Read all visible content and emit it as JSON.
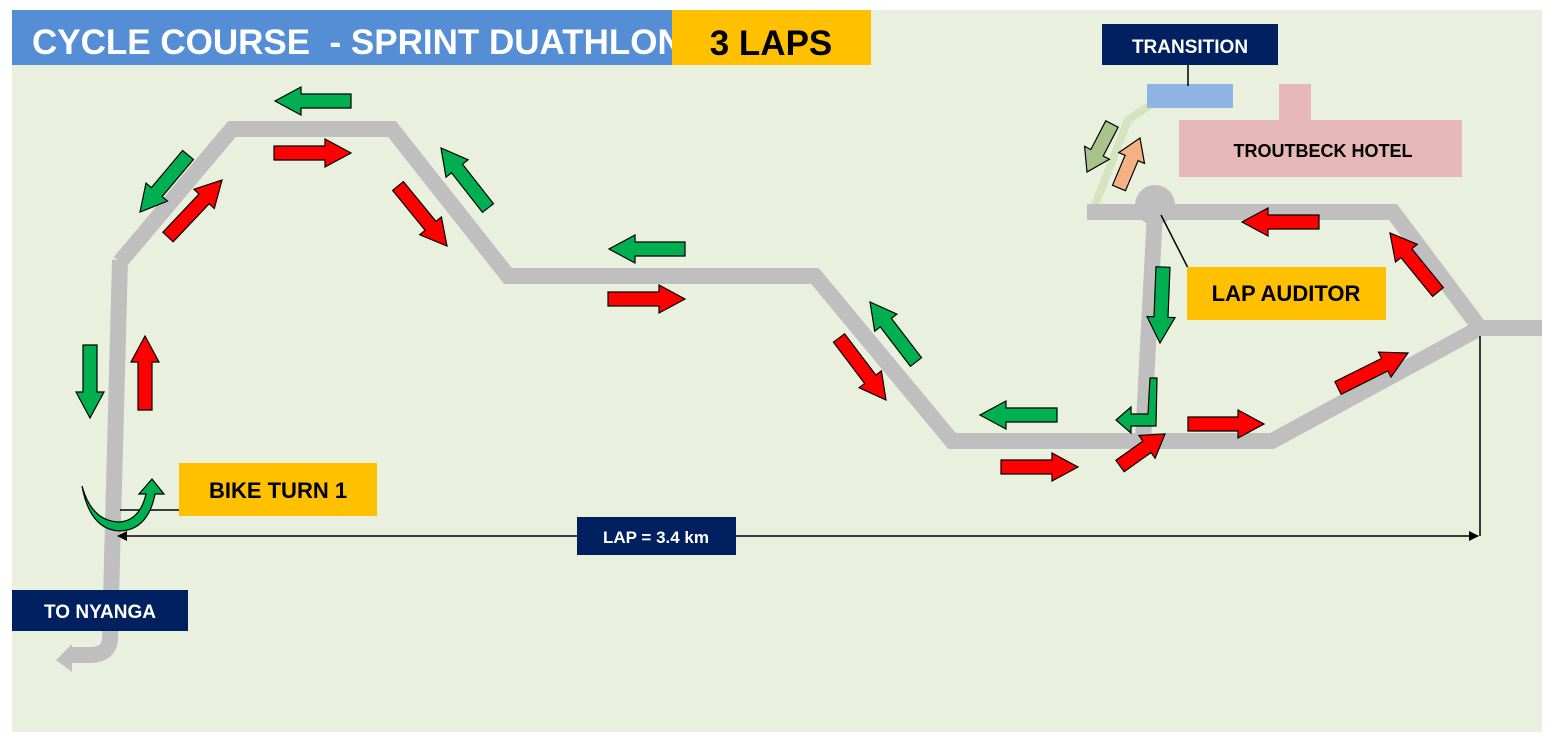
{
  "title": {
    "text": "CYCLE COURSE  - SPRINT DUATHLON",
    "laps": "3 LAPS"
  },
  "labels": {
    "transition": "TRANSITION",
    "hotel": "TROUTBECK HOTEL",
    "lap_auditor": "LAP AUDITOR",
    "bike_turn": "BIKE TURN 1",
    "lap_distance": "LAP = 3.4 km",
    "to_nyanga": "TO NYANGA"
  },
  "legend_colors": {
    "outbound": "#ff0000",
    "return": "#00b050",
    "to_transition": "#a9c48a",
    "from_transition": "#f4b183",
    "road": "#bfbfbf",
    "background": "#e9f1de",
    "title_blue": "#558ed5",
    "title_gold": "#ffc000",
    "navy": "#002060",
    "hotel_pink": "#e6b8b7",
    "transition_blue": "#8eb4e3"
  }
}
